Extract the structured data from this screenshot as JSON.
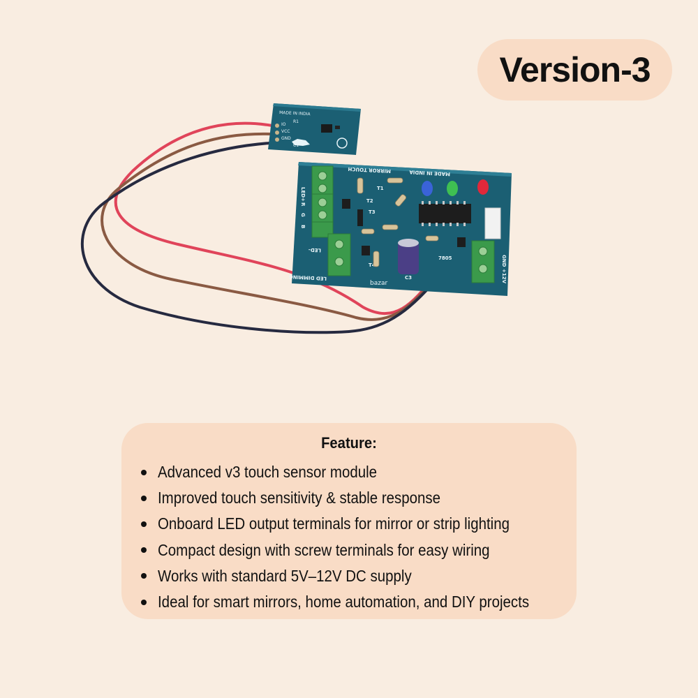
{
  "badge": {
    "label": "Version-3"
  },
  "photo": {
    "sensor_texts": [
      "MADE IN INDIA",
      "IO",
      "VCC",
      "GND",
      "R1",
      "C1"
    ],
    "board_texts": [
      "MIRROR TOUCH",
      "MADE IN INDIA",
      "LED+",
      "R",
      "G",
      "B",
      "LED-",
      "LED DIMMING",
      "GND",
      "+12V",
      "7805",
      "T1",
      "T2",
      "T3",
      "T4",
      "C3",
      "bazar"
    ]
  },
  "features": {
    "title": "Feature:",
    "items": [
      "Advanced v3 touch sensor module",
      "Improved touch sensitivity & stable response",
      "Onboard LED output terminals for mirror or strip lighting",
      "Compact design with screw terminals for easy wiring",
      "Works with standard 5V–12V DC supply",
      "Ideal for smart mirrors, home automation, and DIY projects"
    ]
  },
  "colors": {
    "background": "#f9ede1",
    "panel": "#f9dcc6",
    "pcb": "#1b5f73",
    "terminal": "#3b9a4b",
    "wire_red": "#e0445a",
    "wire_brown": "#8a5a43",
    "wire_black": "#262a40"
  }
}
